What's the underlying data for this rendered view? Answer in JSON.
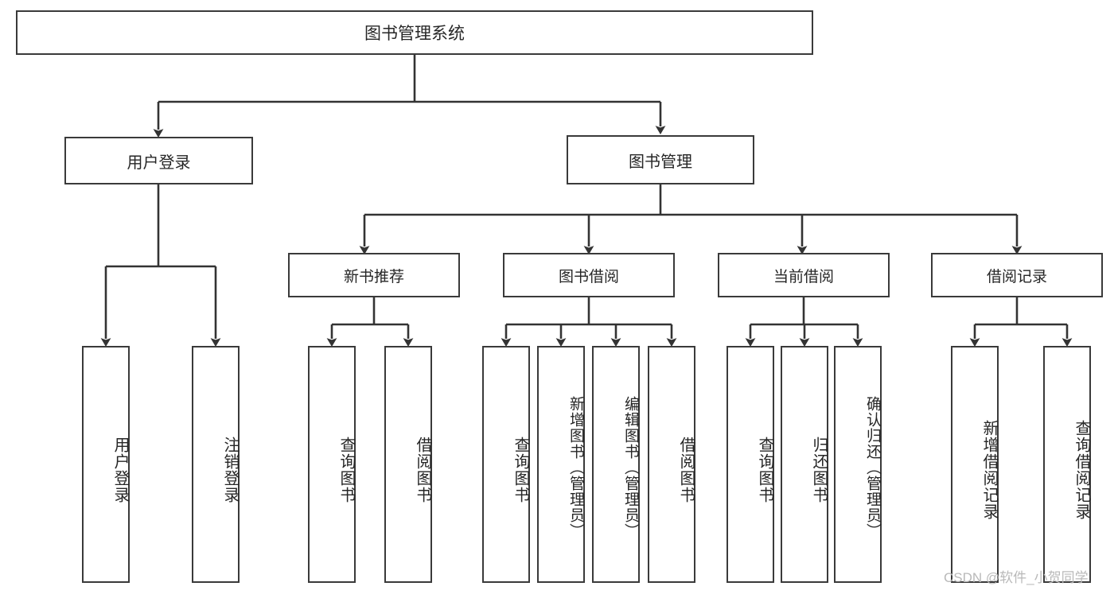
{
  "diagram": {
    "type": "hierarchy-tree",
    "title": "图书管理系统",
    "root": {
      "id": "root",
      "label": "图书管理系统"
    },
    "level1": [
      {
        "id": "user-login",
        "label": "用户登录"
      },
      {
        "id": "book-management",
        "label": "图书管理"
      }
    ],
    "level2": [
      {
        "id": "new-book-recommend",
        "label": "新书推荐",
        "parent": "book-management"
      },
      {
        "id": "book-borrow",
        "label": "图书借阅",
        "parent": "book-management"
      },
      {
        "id": "current-borrow",
        "label": "当前借阅",
        "parent": "book-management"
      },
      {
        "id": "borrow-record",
        "label": "借阅记录",
        "parent": "book-management"
      }
    ],
    "leaves": [
      {
        "id": "leaf-user-login",
        "label": "用户登录",
        "parent": "user-login"
      },
      {
        "id": "leaf-logout-login",
        "label": "注销登录",
        "parent": "user-login"
      },
      {
        "id": "leaf-query-book-1",
        "label": "查询图书",
        "parent": "new-book-recommend"
      },
      {
        "id": "leaf-borrow-book-1",
        "label": "借阅图书",
        "parent": "new-book-recommend"
      },
      {
        "id": "leaf-query-book-2",
        "label": "查询图书",
        "parent": "book-borrow"
      },
      {
        "id": "leaf-add-book",
        "label": "新增图书（管理员）",
        "parent": "book-borrow"
      },
      {
        "id": "leaf-edit-book",
        "label": "编辑图书（管理员）",
        "parent": "book-borrow"
      },
      {
        "id": "leaf-borrow-book-2",
        "label": "借阅图书",
        "parent": "book-borrow"
      },
      {
        "id": "leaf-query-book-3",
        "label": "查询图书",
        "parent": "current-borrow"
      },
      {
        "id": "leaf-return-book",
        "label": "归还图书",
        "parent": "current-borrow"
      },
      {
        "id": "leaf-confirm-return",
        "label": "确认归还（管理员）",
        "parent": "current-borrow"
      },
      {
        "id": "leaf-add-record",
        "label": "新增借阅记录",
        "parent": "borrow-record"
      },
      {
        "id": "leaf-query-record",
        "label": "查询借阅记录",
        "parent": "borrow-record"
      }
    ],
    "colors": {
      "background": "#ffffff",
      "box_border": "#3a3a3a",
      "box_fill": "#ffffff",
      "connector": "#333333",
      "text": "#262626",
      "watermark": "#b9b9b9"
    }
  },
  "watermark": {
    "text": "CSDN @软件_小贺同学"
  }
}
